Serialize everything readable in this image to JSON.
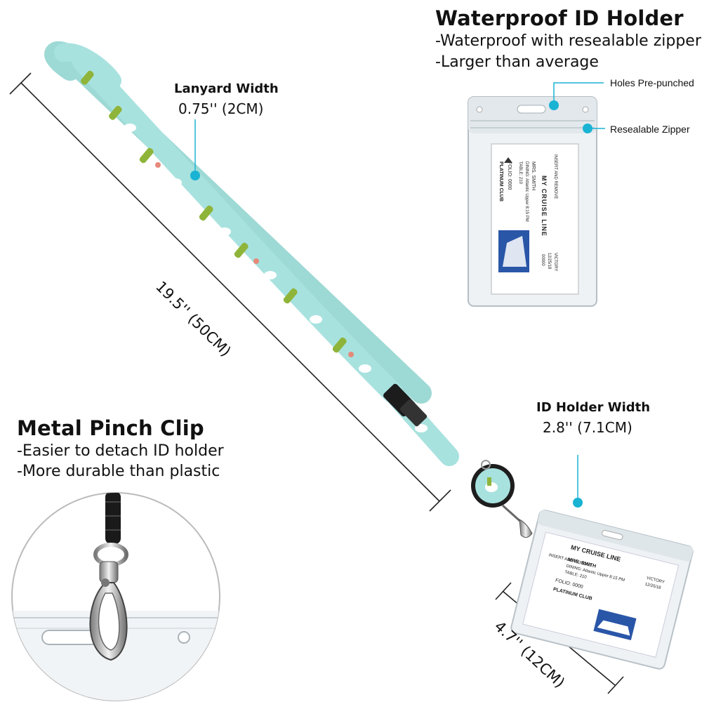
{
  "waterproof": {
    "title": "Waterproof ID Holder",
    "line1": "-Waterproof with resealable zipper",
    "line2": "-Larger than average",
    "callout_holes": "Holes Pre-punched",
    "callout_zipper": "Resealable Zipper"
  },
  "lanyard_width": {
    "label": "Lanyard Width",
    "value": "0.75'' (2CM)"
  },
  "lanyard_length": {
    "value": "19.5'' (50CM)"
  },
  "metal_clip": {
    "title": "Metal Pinch Clip",
    "line1": "-Easier to detach ID holder",
    "line2": "-More durable than plastic"
  },
  "holder_width": {
    "label": "ID Holder Width",
    "value": "2.8'' (7.1CM)"
  },
  "holder_height": {
    "value": "4.7'' (12CM)"
  },
  "card": {
    "insert": "INSERT AND REMOVE",
    "brand": "MY CRUISE LINE",
    "name": "MRS. SMITH",
    "dining": "DINING: Atlantic Upper 8:15 PM",
    "table": "TABLE: 210",
    "folio": "FOLIO: 0000",
    "club": "PLATINUM CLUB",
    "ship": "VICTORY",
    "date": "12/25/18",
    "code": "00000"
  },
  "colors": {
    "accent": "#1ab3d3",
    "lanyard": "#a8e2df",
    "cactus": "#8fb43a"
  }
}
